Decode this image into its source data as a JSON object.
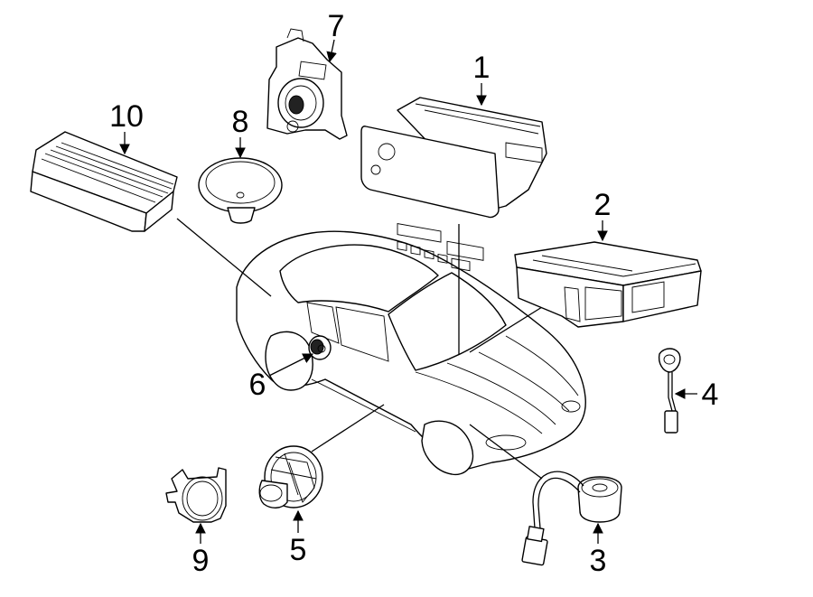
{
  "callouts": {
    "c1": "1",
    "c2": "2",
    "c3": "3",
    "c4": "4",
    "c5": "5",
    "c6": "6",
    "c7": "7",
    "c8": "8",
    "c9": "9",
    "c10": "10"
  },
  "icons": {
    "radio": "radio-receiver-icon",
    "changer": "cd-changer-icon",
    "amplifier": "amplifier-icon",
    "car": "car-outline-icon"
  }
}
